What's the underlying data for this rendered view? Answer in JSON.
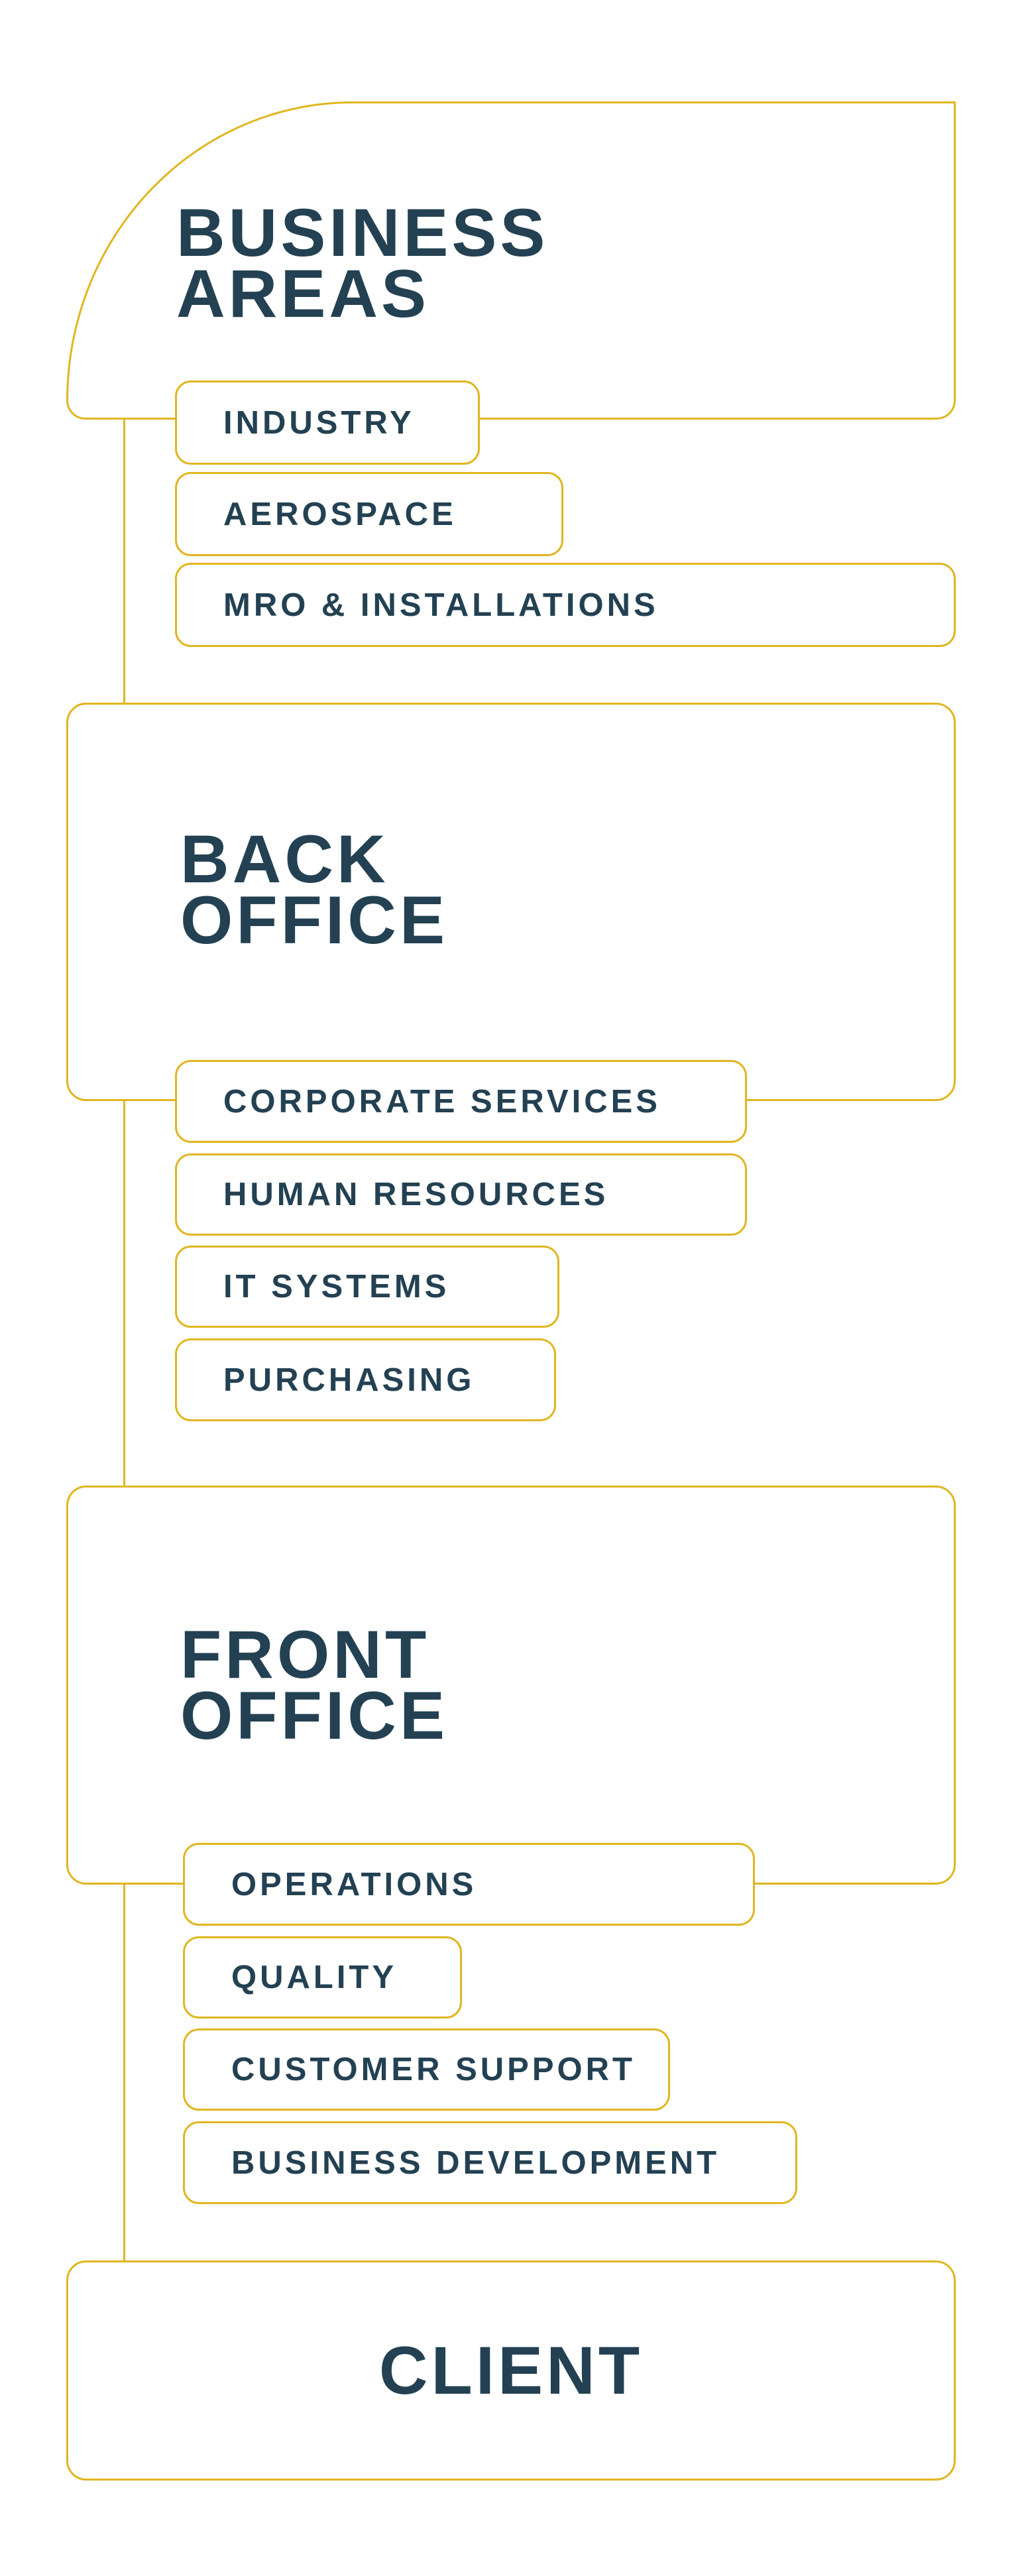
{
  "colors": {
    "accent": "#e0b620",
    "text": "#234152"
  },
  "sections": [
    {
      "title_line1": "BUSINESS",
      "title_line2": "AREAS",
      "items": [
        "INDUSTRY",
        "AEROSPACE",
        "MRO & INSTALLATIONS"
      ]
    },
    {
      "title_line1": "BACK",
      "title_line2": "OFFICE",
      "items": [
        "CORPORATE SERVICES",
        "HUMAN RESOURCES",
        "IT SYSTEMS",
        "PURCHASING"
      ]
    },
    {
      "title_line1": "FRONT",
      "title_line2": "OFFICE",
      "items": [
        "OPERATIONS",
        "QUALITY",
        "CUSTOMER SUPPORT",
        "BUSINESS DEVELOPMENT"
      ]
    },
    {
      "title_line1": "CLIENT"
    }
  ]
}
